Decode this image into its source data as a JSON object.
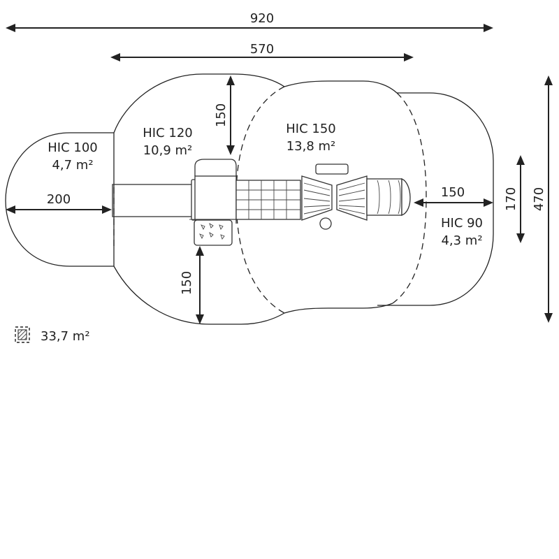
{
  "dimensions": {
    "overall_width": "920",
    "slide_width": "570",
    "left_clearance": "200",
    "right_clearance": "150",
    "top_clearance": "150",
    "bottom_clearance": "150",
    "inner_height": "170",
    "overall_height": "470"
  },
  "zones": [
    {
      "hic": "HIC 100",
      "area": "4,7 m²"
    },
    {
      "hic": "HIC 120",
      "area": "10,9 m²"
    },
    {
      "hic": "HIC 150",
      "area": "13,8 m²"
    },
    {
      "hic": "HIC 90",
      "area": "4,3 m²"
    }
  ],
  "legend": {
    "area": "33,7 m²",
    "icon": "hatched-square-icon"
  }
}
